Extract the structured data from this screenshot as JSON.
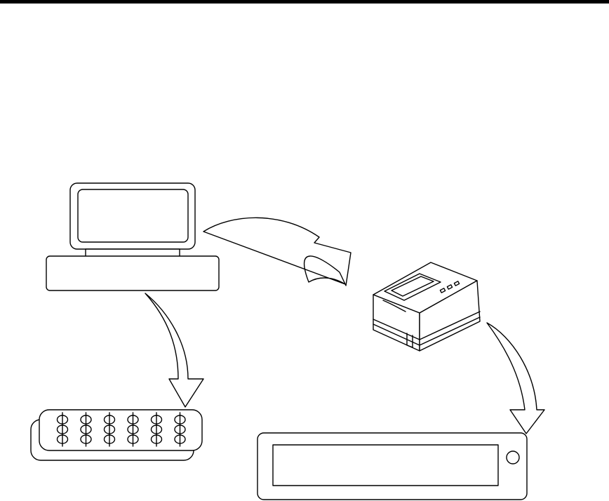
{
  "diagram": {
    "nodes": [
      {
        "id": "computer",
        "icon": "computer-icon"
      },
      {
        "id": "printer",
        "icon": "printer-icon"
      },
      {
        "id": "keypad",
        "icon": "keypad-icon"
      },
      {
        "id": "display",
        "icon": "customer-display-icon"
      }
    ],
    "edges": [
      {
        "from": "computer",
        "to": "printer"
      },
      {
        "from": "computer",
        "to": "keypad"
      },
      {
        "from": "printer",
        "to": "display"
      }
    ],
    "keypad": {
      "columns": 6,
      "rows": 3
    },
    "colors": {
      "stroke": "#000000",
      "background": "#ffffff"
    }
  }
}
